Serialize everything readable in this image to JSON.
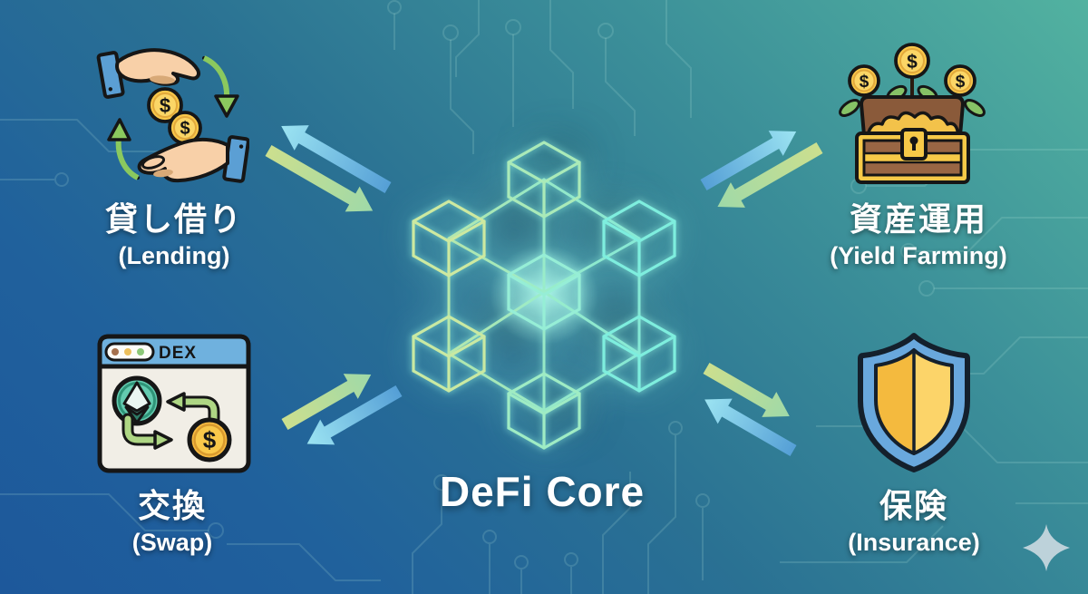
{
  "core": {
    "title": "DeFi Core"
  },
  "nodes": {
    "lending": {
      "title_ja": "貸し借り",
      "subtitle": "(Lending)"
    },
    "yield_farming": {
      "title_ja": "資産運用",
      "subtitle": "(Yield Farming)"
    },
    "swap": {
      "title_ja": "交換",
      "subtitle": "(Swap)"
    },
    "insurance": {
      "title_ja": "保険",
      "subtitle": "(Insurance)"
    }
  },
  "icons": {
    "swap_window_title": "DEX",
    "coin_symbol": "$"
  },
  "colors": {
    "background_teal": "#52b2a0",
    "background_blue": "#1d589b",
    "arrow_green_start": "#ccdf8e",
    "arrow_green_end": "#9fd9a8",
    "arrow_cyan_start": "#559fd6",
    "arrow_cyan_end": "#9ce4f2",
    "cube_glow": "#9ef0dc",
    "coin_gold": "#f9c84a",
    "shield_blue": "#69a8dd",
    "shield_gold": "#f4ba3e"
  }
}
